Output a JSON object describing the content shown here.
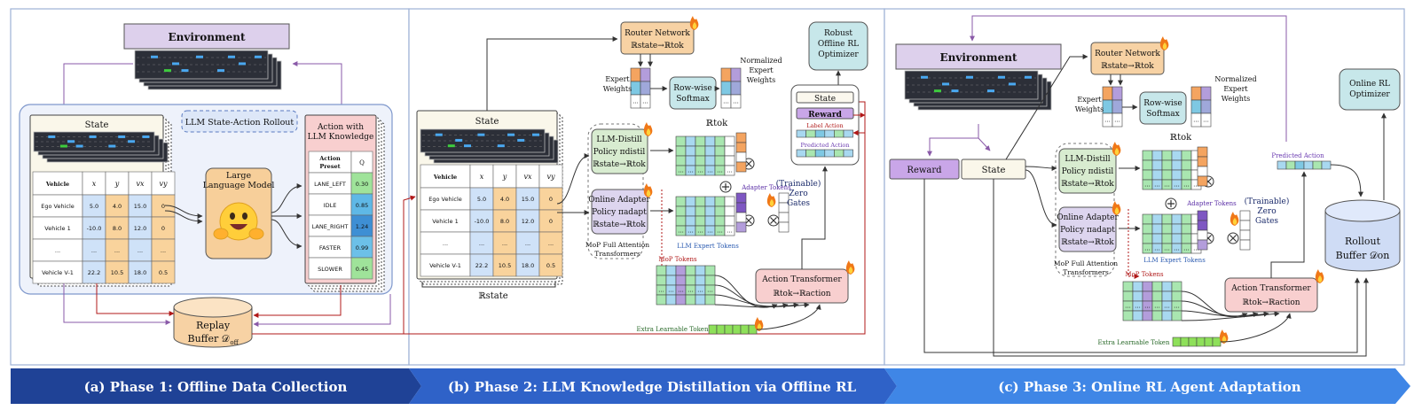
{
  "phases": [
    {
      "label": "(a) Phase 1: Offline Data Collection"
    },
    {
      "label": "(b) Phase 2: LLM Knowledge Distillation via Offline RL"
    },
    {
      "label": "(c) Phase 3: Online RL Agent Adaptation"
    }
  ],
  "p1": {
    "environment": "Environment",
    "state_title": "State",
    "rollout": "LLM State-Action Rollout",
    "llm": [
      "Large",
      "Language Model"
    ],
    "action_title": [
      "Action with",
      "LLM Knowledge"
    ],
    "action_headers": [
      "Action",
      "Preset",
      "Q"
    ],
    "actions": [
      {
        "name": "LANE_LEFT",
        "q": "0.30"
      },
      {
        "name": "IDLE",
        "q": "0.85"
      },
      {
        "name": "LANE_RIGHT",
        "q": "1.24"
      },
      {
        "name": "FASTER",
        "q": "0.99"
      },
      {
        "name": "SLOWER",
        "q": "0.45"
      }
    ],
    "replay": [
      "Replay",
      "Buffer 𝒟",
      "off"
    ]
  },
  "state_table": {
    "headers": [
      "Vehicle",
      "x",
      "y",
      "vx",
      "vy"
    ],
    "rows": [
      [
        "Ego Vehicle",
        "5.0",
        "4.0",
        "15.0",
        "0"
      ],
      [
        "Vehicle 1",
        "-10.0",
        "8.0",
        "12.0",
        "0"
      ],
      [
        "...",
        "...",
        "...",
        "...",
        "..."
      ],
      [
        "Vehicle V-1",
        "22.2",
        "10.5",
        "18.0",
        "0.5"
      ]
    ]
  },
  "p2": {
    "router": [
      "Router Network",
      "ℝstate→ℝtok"
    ],
    "expert_weights": [
      "Expert",
      "Weights"
    ],
    "softmax": [
      "Row-wise",
      "Softmax"
    ],
    "norm_weights": [
      "Normalized",
      "Expert",
      "Weights"
    ],
    "optimizer": [
      "Robust",
      "Offline RL",
      "Optimizer"
    ],
    "state_title": "State",
    "r_state": "ℝstate",
    "r_tok": "ℝtok",
    "distill": [
      "LLM-Distill",
      "Policy πdistil",
      "ℝstate→ℝtok"
    ],
    "adapt": [
      "Online Adapter",
      "Policy πadapt",
      "ℝstate→ℝtok"
    ],
    "mop": [
      "MoP Full Attention",
      "Transformers"
    ],
    "adapter_tokens": "Adapter Tokens",
    "llm_expert_tokens": "LLM Expert Tokens",
    "mop_tokens": "MoP Tokens",
    "zero_gates": [
      "(Trainable)",
      "Zero",
      "Gates"
    ],
    "extra_token": "Extra Learnable Token",
    "action_tf": [
      "Action Transformer",
      "ℝtok→ℝaction"
    ],
    "buf_state": "State",
    "buf_reward": "Reward",
    "label_action": "Label Action",
    "pred_action": "Predicted Action"
  },
  "p3": {
    "environment": "Environment",
    "reward": "Reward",
    "state": "State",
    "router": [
      "Router Network",
      "ℝstate→ℝtok"
    ],
    "expert_weights": [
      "Expert",
      "Weights"
    ],
    "softmax": [
      "Row-wise",
      "Softmax"
    ],
    "norm_weights": [
      "Normalized",
      "Expert",
      "Weights"
    ],
    "r_tok": "ℝtok",
    "distill": [
      "LLM-Distill",
      "Policy πdistil",
      "ℝstate→ℝtok"
    ],
    "adapt": [
      "Online Adapter",
      "Policy πadapt",
      "ℝstate→ℝtok"
    ],
    "mop": [
      "MoP Full Attention",
      "Transformers"
    ],
    "adapter_tokens": "Adapter Tokens",
    "llm_expert_tokens": "LLM Expert Tokens",
    "mop_tokens": "MoP Tokens",
    "zero_gates": [
      "(Trainable)",
      "Zero",
      "Gates"
    ],
    "extra_token": "Extra Learnable Token",
    "action_tf": [
      "Action Transformer",
      "ℝtok→ℝaction"
    ],
    "predicted_action": "Predicted Action",
    "optimizer": [
      "Online RL",
      "Optimizer"
    ],
    "rollout": [
      "Rollout",
      "Buffer 𝒟on"
    ]
  },
  "colors": {
    "phase1_band": "#1f4296",
    "phase2_band": "#2f62c8",
    "phase3_band": "#3f86e6",
    "purple_env": "#ddd0ec",
    "orange": "#f7d2a4",
    "green": "#d8ecd0",
    "lavender": "#ddd5ef",
    "pink": "#f8cfcf",
    "teal": "#c7e7ea",
    "reward": "#c9a6e8",
    "blue_cell": "#cfe2f8",
    "orange_cell": "#f9d39c",
    "green_cell": "#a8e6a6",
    "blue_q": "#5aa5de"
  },
  "icons": [
    "fire-icon",
    "hugging-face-icon",
    "multiply-icon",
    "plus-icon",
    "highway-icon"
  ]
}
